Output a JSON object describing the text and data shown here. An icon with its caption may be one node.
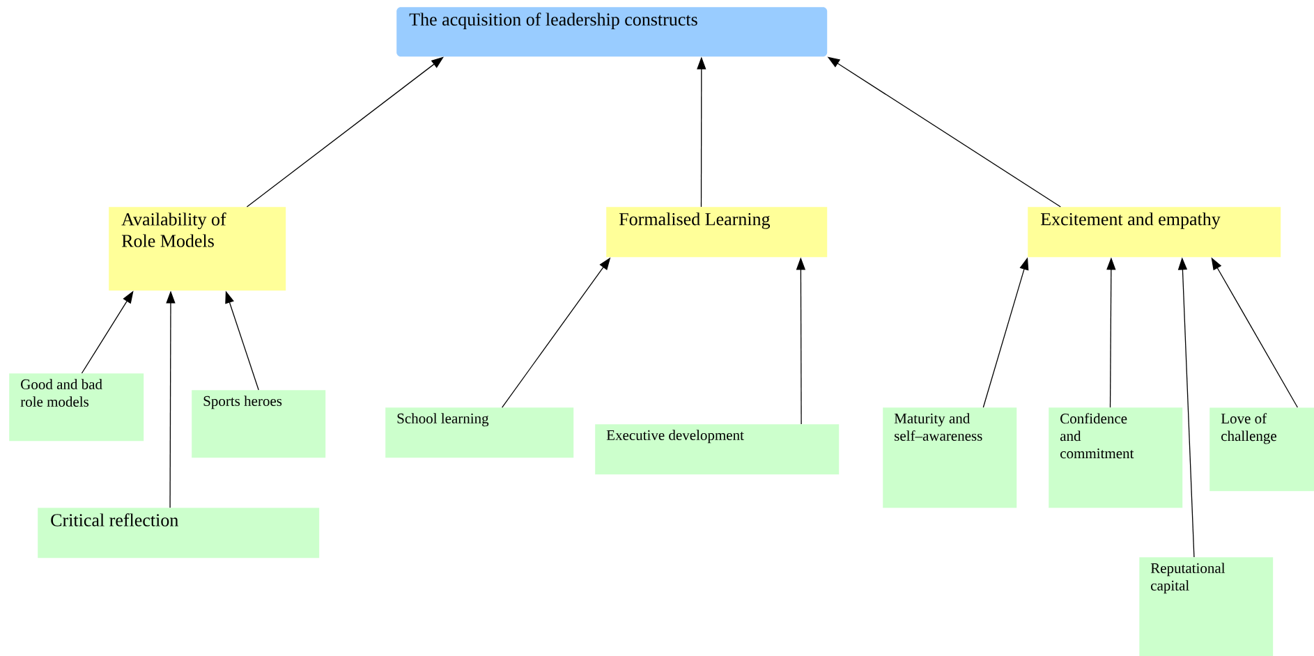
{
  "diagram": {
    "nodes": [
      {
        "text": [
          "The acquisition of leadership constructs"
        ]
      },
      {
        "text": [
          "Availability of Role Models"
        ]
      },
      {
        "text": [
          "Formalised Learning"
        ]
      },
      {
        "text": [
          "Excitement and empathy"
        ]
      },
      {
        "text": [
          "Good and bad role models"
        ]
      },
      {
        "text": [
          "Sports heroes"
        ]
      },
      {
        "text": [
          "Critical reflection"
        ]
      },
      {
        "text": [
          "School learning"
        ]
      },
      {
        "text": [
          "Executive development"
        ]
      },
      {
        "text": [
          "Maturity and self–awareness"
        ]
      },
      {
        "text": [
          "Confidence and commitment"
        ]
      },
      {
        "text": [
          "Love of challenge"
        ]
      },
      {
        "text": [
          "Reputational capital"
        ]
      }
    ],
    "edges": [
      {
        "from": 1,
        "to": 0,
        "arrow": "to"
      },
      {
        "from": 2,
        "to": 0,
        "arrow": "to"
      },
      {
        "from": 3,
        "to": 0,
        "arrow": "to"
      },
      {
        "from": 4,
        "to": 1,
        "arrow": "to"
      },
      {
        "from": 6,
        "to": 1,
        "arrow": "to"
      },
      {
        "from": 5,
        "to": 1,
        "arrow": "to"
      },
      {
        "from": 7,
        "to": 2,
        "arrow": "to"
      },
      {
        "from": 8,
        "to": 2,
        "arrow": "to"
      },
      {
        "from": 9,
        "to": 3,
        "arrow": "to"
      },
      {
        "from": 10,
        "to": 3,
        "arrow": "to"
      },
      {
        "from": 12,
        "to": 3,
        "arrow": "to"
      },
      {
        "from": 11,
        "to": 3,
        "arrow": "to"
      }
    ]
  }
}
